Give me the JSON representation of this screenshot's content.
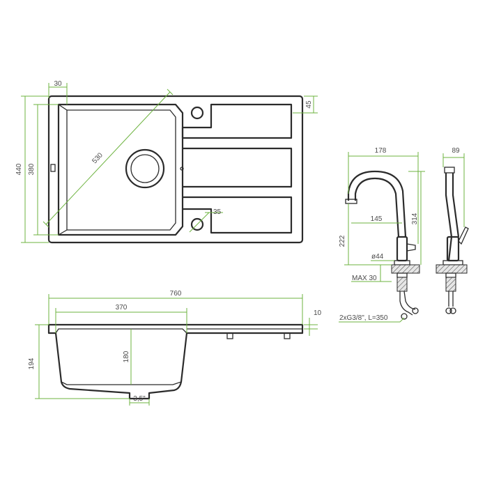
{
  "colors": {
    "outline": "#2b2b2b",
    "dimension": "#6db33f",
    "text": "#4a4a4a",
    "background": "#ffffff"
  },
  "top_view": {
    "drainer_margin": "30",
    "height_outer": "440",
    "height_inner": "380",
    "bowl_diagonal": "530",
    "tap_hole_offset": "45",
    "overflow_diameter": "35"
  },
  "side_view": {
    "total_length": "760",
    "bowl_length": "370",
    "total_depth": "194",
    "bowl_depth": "180",
    "drain_size": "3,5\"",
    "rim_height": "10"
  },
  "faucet": {
    "reach": "178",
    "spout_projection": "145",
    "height_total": "314",
    "spout_height": "222",
    "base_diameter": "ø44",
    "max_counter": "MAX 30",
    "hoses": "2xG3/8\", L=350",
    "side_depth": "89"
  }
}
